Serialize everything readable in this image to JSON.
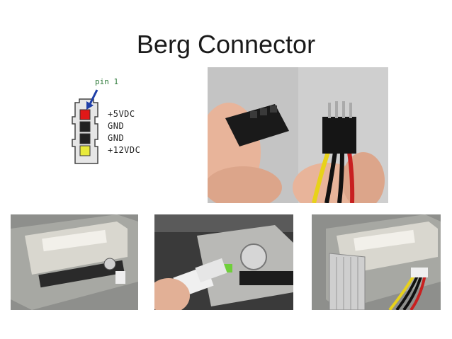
{
  "slide": {
    "title": "Berg Connector"
  },
  "pinout": {
    "pin1_label": "pin 1",
    "pins": [
      {
        "label": "+5VDC",
        "color": "#e01818"
      },
      {
        "label": "GND",
        "color": "#222222"
      },
      {
        "label": "GND",
        "color": "#222222"
      },
      {
        "label": "+12VDC",
        "color": "#e8ea3a"
      }
    ],
    "arrow_color": "#1f3fa8"
  }
}
